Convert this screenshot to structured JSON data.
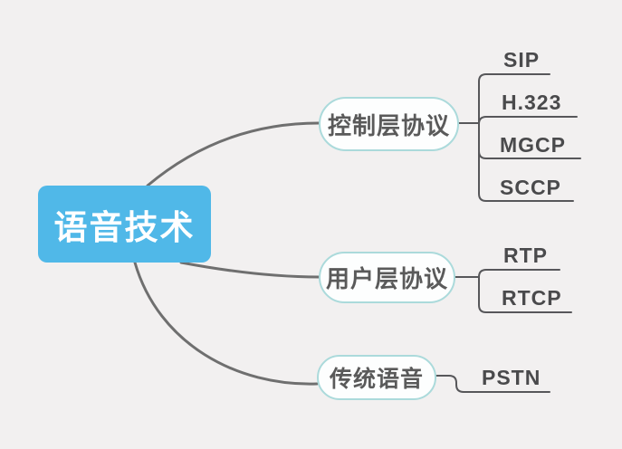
{
  "canvas": {
    "type": "mindmap",
    "background": "#f2f0f0"
  },
  "mindmap": {
    "root": {
      "label": "语音技术"
    },
    "branches": [
      {
        "label": "控制层协议",
        "children": [
          {
            "label": "SIP"
          },
          {
            "label": "H.323"
          },
          {
            "label": "MGCP"
          },
          {
            "label": "SCCP"
          }
        ]
      },
      {
        "label": "用户层协议",
        "children": [
          {
            "label": "RTP"
          },
          {
            "label": "RTCP"
          }
        ]
      },
      {
        "label": "传统语音",
        "children": [
          {
            "label": "PSTN"
          }
        ]
      }
    ]
  },
  "colors": {
    "background": "#f2f0f0",
    "root_fill": "#50b8e8",
    "root_text": "#ffffff",
    "branch_fill": "#fdfefe",
    "branch_border": "#abdadb",
    "branch_text": "#5a5a5a",
    "leaf_text": "#4a4a4c",
    "curve_line": "#6f6f6f",
    "leaf_line": "#57575a"
  }
}
